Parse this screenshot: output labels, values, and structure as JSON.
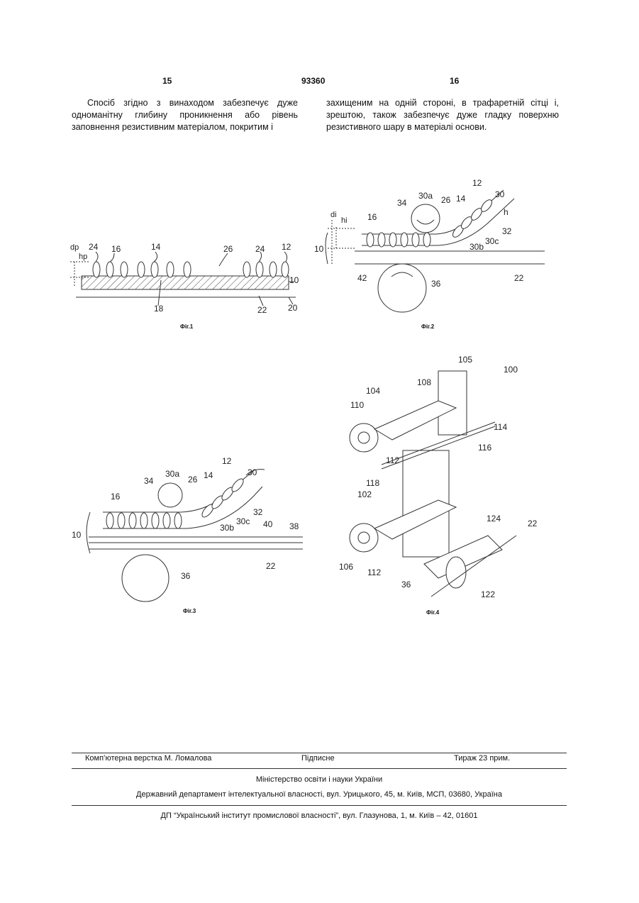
{
  "header": {
    "left_page": "15",
    "patent_number": "93360",
    "right_page": "16"
  },
  "text": {
    "col1": "Спосіб згідно з винаходом забезпечує дуже одноманітну глибину проникнення або рівень заповнення резистивним матеріалом, покритим і",
    "col2": "захищеним на одній стороні, в трафаретній сітці і, зрештою, також забезпечує дуже гладку поверхню резистивного шару в матеріалі основи."
  },
  "figures": {
    "fig1": {
      "caption": "Фіг.1",
      "labels": [
        "dp",
        "hp",
        "24",
        "16",
        "14",
        "26",
        "24",
        "12",
        "10",
        "18",
        "22",
        "20"
      ]
    },
    "fig2": {
      "caption": "Фіг.2",
      "labels": [
        "di",
        "hi",
        "10",
        "16",
        "34",
        "30a",
        "26",
        "14",
        "12",
        "30",
        "h",
        "32",
        "30c",
        "30b",
        "42",
        "36",
        "22"
      ]
    },
    "fig3": {
      "caption": "Фіг.3",
      "labels": [
        "12",
        "30",
        "34",
        "30a",
        "26",
        "14",
        "16",
        "32",
        "10",
        "30b",
        "30c",
        "40",
        "38",
        "22",
        "36"
      ]
    },
    "fig4": {
      "caption": "Фіг.4",
      "labels": [
        "105",
        "100",
        "104",
        "108",
        "110",
        "114",
        "116",
        "112",
        "118",
        "102",
        "124",
        "22",
        "106",
        "112",
        "36",
        "122"
      ]
    }
  },
  "footer": {
    "typesetting": "Комп’ютерна верстка М. Ломалова",
    "signed": "Підписне",
    "circulation": "Тираж 23 прим.",
    "ministry": "Міністерство освіти і науки України",
    "department": "Державний департамент інтелектуальної власності, вул. Урицького, 45, м. Київ, МСП, 03680, Україна",
    "institute": "ДП “Український інститут промислової власності”, вул. Глазунова, 1, м. Київ – 42, 01601"
  }
}
